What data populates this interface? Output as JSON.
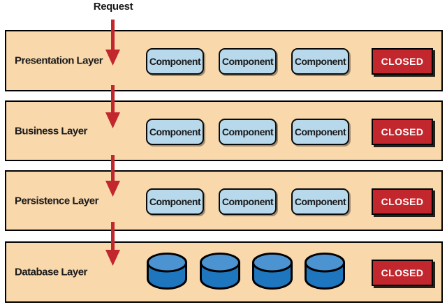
{
  "diagram": {
    "request_label": "Request",
    "layers": [
      {
        "label": "Presentation Layer",
        "components": [
          "Component",
          "Component",
          "Component"
        ],
        "closed_label": "CLOSED"
      },
      {
        "label": "Business Layer",
        "components": [
          "Component",
          "Component",
          "Component"
        ],
        "closed_label": "CLOSED"
      },
      {
        "label": "Persistence Layer",
        "components": [
          "Component",
          "Component",
          "Component"
        ],
        "closed_label": "CLOSED"
      },
      {
        "label": "Database Layer",
        "databases_count": 4,
        "closed_label": "CLOSED"
      }
    ],
    "colors": {
      "background": "#FFFFFF",
      "text": "#1A1A1A",
      "layer_fill": "#F9D8AC",
      "layer_border": "#000000",
      "component_fill": "#B8D9EC",
      "component_border": "#0A0A0A",
      "closed_fill": "#C1272D",
      "closed_text": "#FFFFFF",
      "arrow": "#C1272D",
      "database_body": "#1E76BE",
      "database_top": "#4C93D2"
    }
  }
}
